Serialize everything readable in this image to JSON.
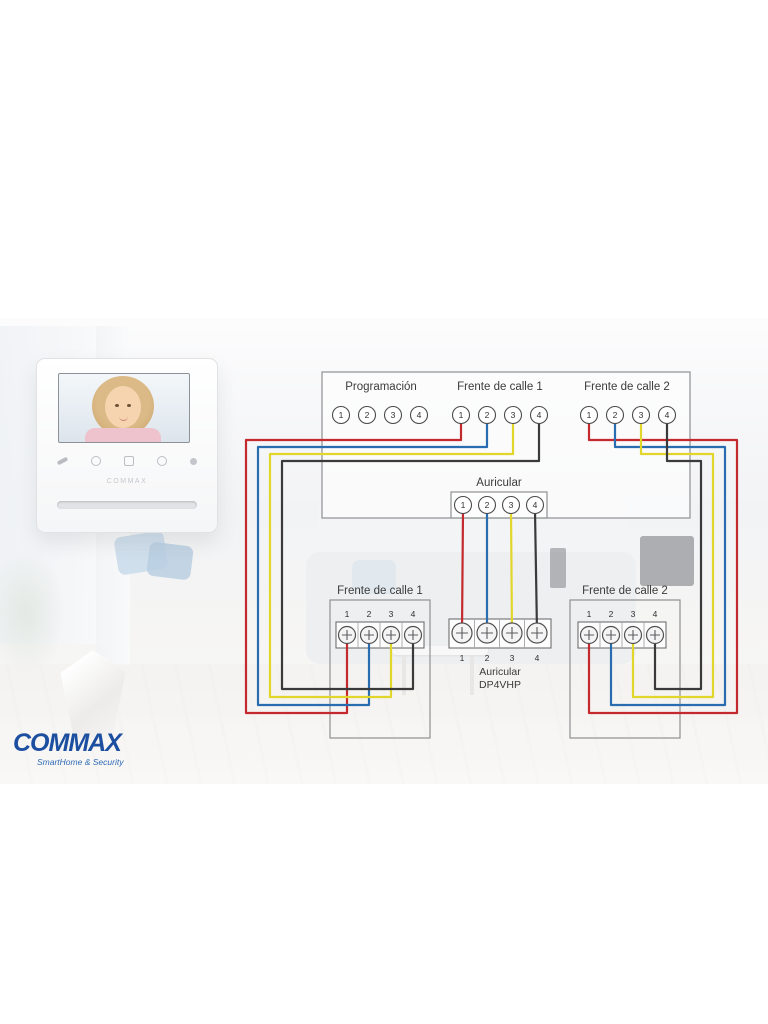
{
  "colors": {
    "wire_red": "#c4292e",
    "wire_blue": "#2a6cb0",
    "wire_yellow": "#e2d62b",
    "wire_black": "#3a3a3a"
  },
  "logo": {
    "name": "COMMAX",
    "tagline": "SmartHome & Security"
  },
  "device": {
    "brand": "COMMAX"
  },
  "diagram": {
    "programacion": {
      "label": "Programación",
      "terminals": [
        "1",
        "2",
        "3",
        "4"
      ]
    },
    "frente1_top": {
      "label": "Frente de calle 1",
      "terminals": [
        "1",
        "2",
        "3",
        "4"
      ]
    },
    "frente2_top": {
      "label": "Frente de calle 2",
      "terminals": [
        "1",
        "2",
        "3",
        "4"
      ]
    },
    "auricular_top": {
      "label": "Auricular",
      "terminals": [
        "1",
        "2",
        "3",
        "4"
      ]
    },
    "handset": {
      "title": "Auricular",
      "model": "DP4VHP",
      "terminals": [
        "1",
        "2",
        "3",
        "4"
      ]
    },
    "frente1_bottom": {
      "label": "Frente de calle 1",
      "terminals": [
        "1",
        "2",
        "3",
        "4"
      ]
    },
    "frente2_bottom": {
      "label": "Frente de calle 2",
      "terminals": [
        "1",
        "2",
        "3",
        "4"
      ]
    }
  }
}
